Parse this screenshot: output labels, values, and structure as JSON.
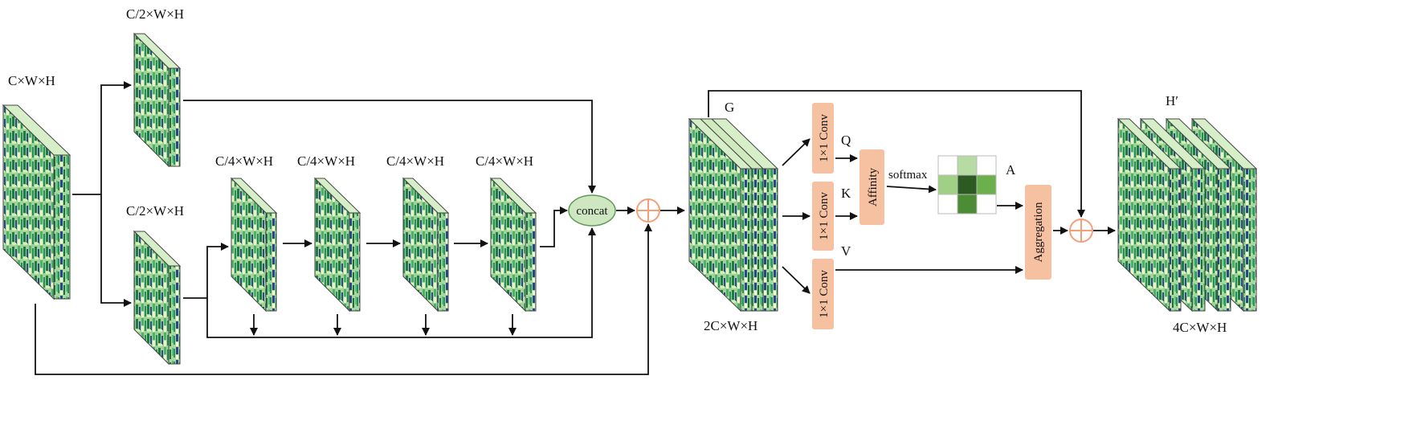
{
  "labels": {
    "input": "C×W×H",
    "split_top": "C/2×W×H",
    "split_bottom": "C/2×W×H",
    "stage1": "C/4×W×H",
    "stage2": "C/4×W×H",
    "stage3": "C/4×W×H",
    "stage4": "C/4×W×H",
    "g": "G",
    "g_dims": "2C×W×H",
    "q": "Q",
    "k": "K",
    "v": "V",
    "a": "A",
    "softmax": "softmax",
    "output": "H′",
    "output_dims": "4C×W×H"
  },
  "ops": {
    "concat": "concat",
    "conv_q": "1×1 Conv",
    "conv_k": "1×1 Conv",
    "conv_v": "1×1 Conv",
    "affinity": "Affinity",
    "aggregation": "Aggregation"
  },
  "colors": {
    "op_box": "#f6c1a1",
    "concat_fill": "#cfe7c1",
    "add_circle": "#f3a07a",
    "arrow": "#111111",
    "feature_green": "#3f9d5a",
    "feature_light": "#b8e0a8",
    "feature_blue": "#2c3f86"
  }
}
